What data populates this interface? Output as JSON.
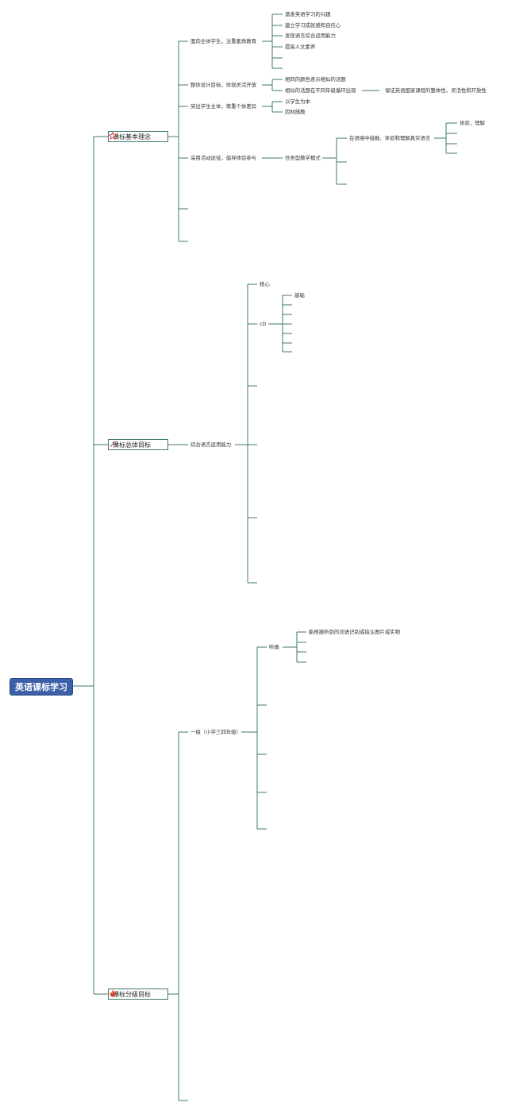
{
  "root": "英语课标学习",
  "branches": [
    {
      "key": "b1",
      "label": "课标基本理念",
      "icon": "star-icon",
      "icon_color": "#e23c3c"
    },
    {
      "key": "b2",
      "label": "课标总体目标",
      "icon": "tools-icon",
      "icon_color": "#e23c3c"
    },
    {
      "key": "b3",
      "label": "课标分级目标",
      "icon": "fire-icon",
      "icon_color": "#e2421d"
    }
  ],
  "b1": {
    "c1": "面向全体学生，注重素质教育",
    "c1_items": [
      "激发英语学习的兴趣",
      "建立学习成就感和自信心",
      "发现语言综合运用能力",
      "提高人文素养"
    ],
    "c2": "整体设计目标，体现灵活开放",
    "c2_items": [
      "相同的颜色表示相似的话题",
      "相似的话题在不同年级循环出现"
    ],
    "c2_note": "保证英语国家课程的整体性，灵活性和开放性",
    "c3": "突出学生主体，尊重个体差异",
    "c3_items": [
      "以学生为本",
      "因材施教"
    ],
    "c4": "采用活动途径，倡导体验参与",
    "c4_child": "任务型教学模式",
    "c4_grandchild": "在语境中接触、体验和理解真实语言",
    "c4_leaf": "体验，理解"
  },
  "b2": {
    "c1": "综合语言运用能力",
    "g1": "核心",
    "g2": "cD",
    "g2_child": "基础"
  },
  "b3": {
    "c1": "一级（小学三四年级）",
    "g1": "听做",
    "g1_child": "能根据听到的词语识别或指认图片或实物"
  }
}
